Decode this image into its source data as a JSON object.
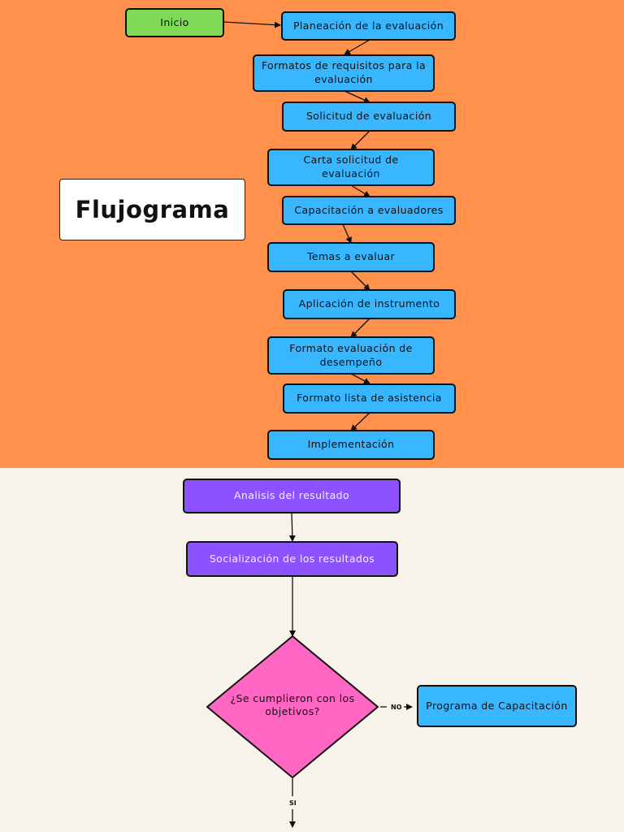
{
  "colors": {
    "top_background": "#ff914d",
    "bottom_background": "#f7f2ea",
    "start_node": "#7ed957",
    "step_node": "#38b6ff",
    "result_node": "#8c52ff",
    "decision_node": "#ff66c4",
    "capacitacion_node": "#38b6ff"
  },
  "title": "Flujograma",
  "nodes": {
    "inicio": "Inicio",
    "planeacion": "Planeación de la evaluación",
    "formatos_requisitos": "Formatos de requisitos para la evaluación",
    "solicitud": "Solicitud de evaluación",
    "carta_solicitud": "Carta solicitud de evaluación",
    "capacitacion_evaluadores": "Capacitación a evaluadores",
    "temas": "Temas a evaluar",
    "aplicacion": "Aplicación de instrumento",
    "formato_desempeno": "Formato evaluación de desempeño",
    "formato_asistencia": "Formato lista de asistencia",
    "implementacion": "Implementación",
    "analisis": "Analisis del resultado",
    "socializacion": "Socialización de los resultados",
    "decision": "¿Se cumplieron con los objetivos?",
    "programa_capacitacion": "Programa de Capacitación"
  },
  "branch_labels": {
    "no": "NO",
    "si": "SI"
  }
}
